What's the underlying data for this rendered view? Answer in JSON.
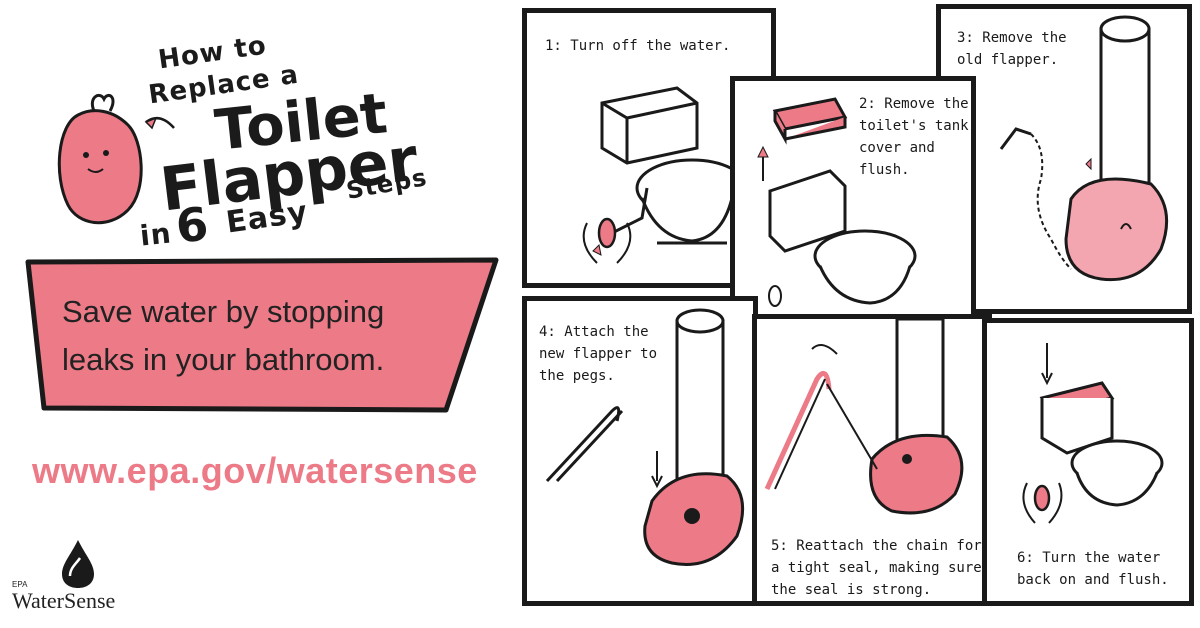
{
  "title": {
    "line1": "How to",
    "line2": "Replace a",
    "line3": "Toilet",
    "line4": "Flapper",
    "in": "in",
    "number": "6",
    "easy": "Easy",
    "steps": "Steps"
  },
  "banner_text": "Save water by stopping leaks in your bathroom.",
  "url": "www.epa.gov/watersense",
  "logo": {
    "epa": "EPA",
    "name": "WaterSense",
    "icon": "water-drop-icon"
  },
  "colors": {
    "accent": "#ec7a87",
    "pink_light": "#f4a6b0",
    "ink": "#1a1a1a"
  },
  "steps": [
    {
      "text": "1: Turn off the water."
    },
    {
      "text": "2: Remove the toilet's tank cover and flush."
    },
    {
      "text": "3: Remove the old flapper."
    },
    {
      "text": "4: Attach the new flapper to the pegs."
    },
    {
      "text": "5: Reattach the chain for a tight seal, making sure the seal is strong."
    },
    {
      "text": "6: Turn the water back on and flush."
    }
  ]
}
